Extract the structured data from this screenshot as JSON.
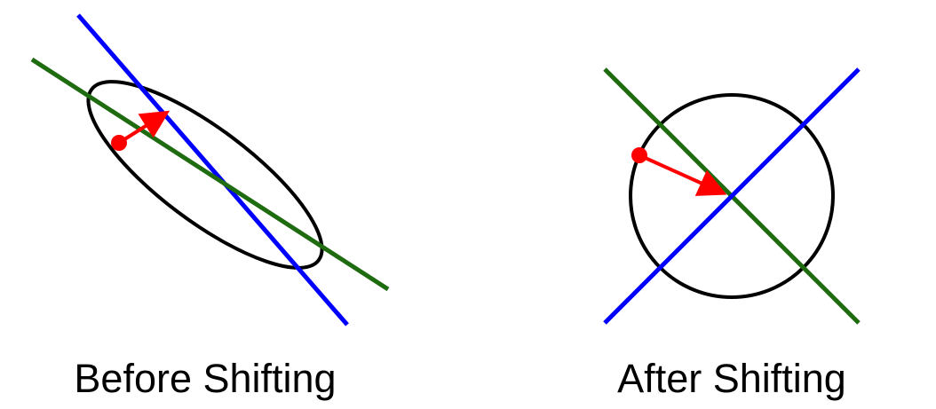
{
  "panels": [
    {
      "id": "before",
      "caption": "Before Shifting",
      "shape": "ellipse",
      "line_colors": {
        "line_a": "#0000ff",
        "line_b": "#1e6b10"
      }
    },
    {
      "id": "after",
      "caption": "After Shifting",
      "shape": "circle",
      "line_colors": {
        "line_a": "#0000ff",
        "line_b": "#1e6b10"
      }
    }
  ],
  "colors": {
    "outline": "#000000",
    "blue_line": "#0000ff",
    "green_line": "#1e6b10",
    "arrow": "#ff0000",
    "background": "#ffffff"
  }
}
